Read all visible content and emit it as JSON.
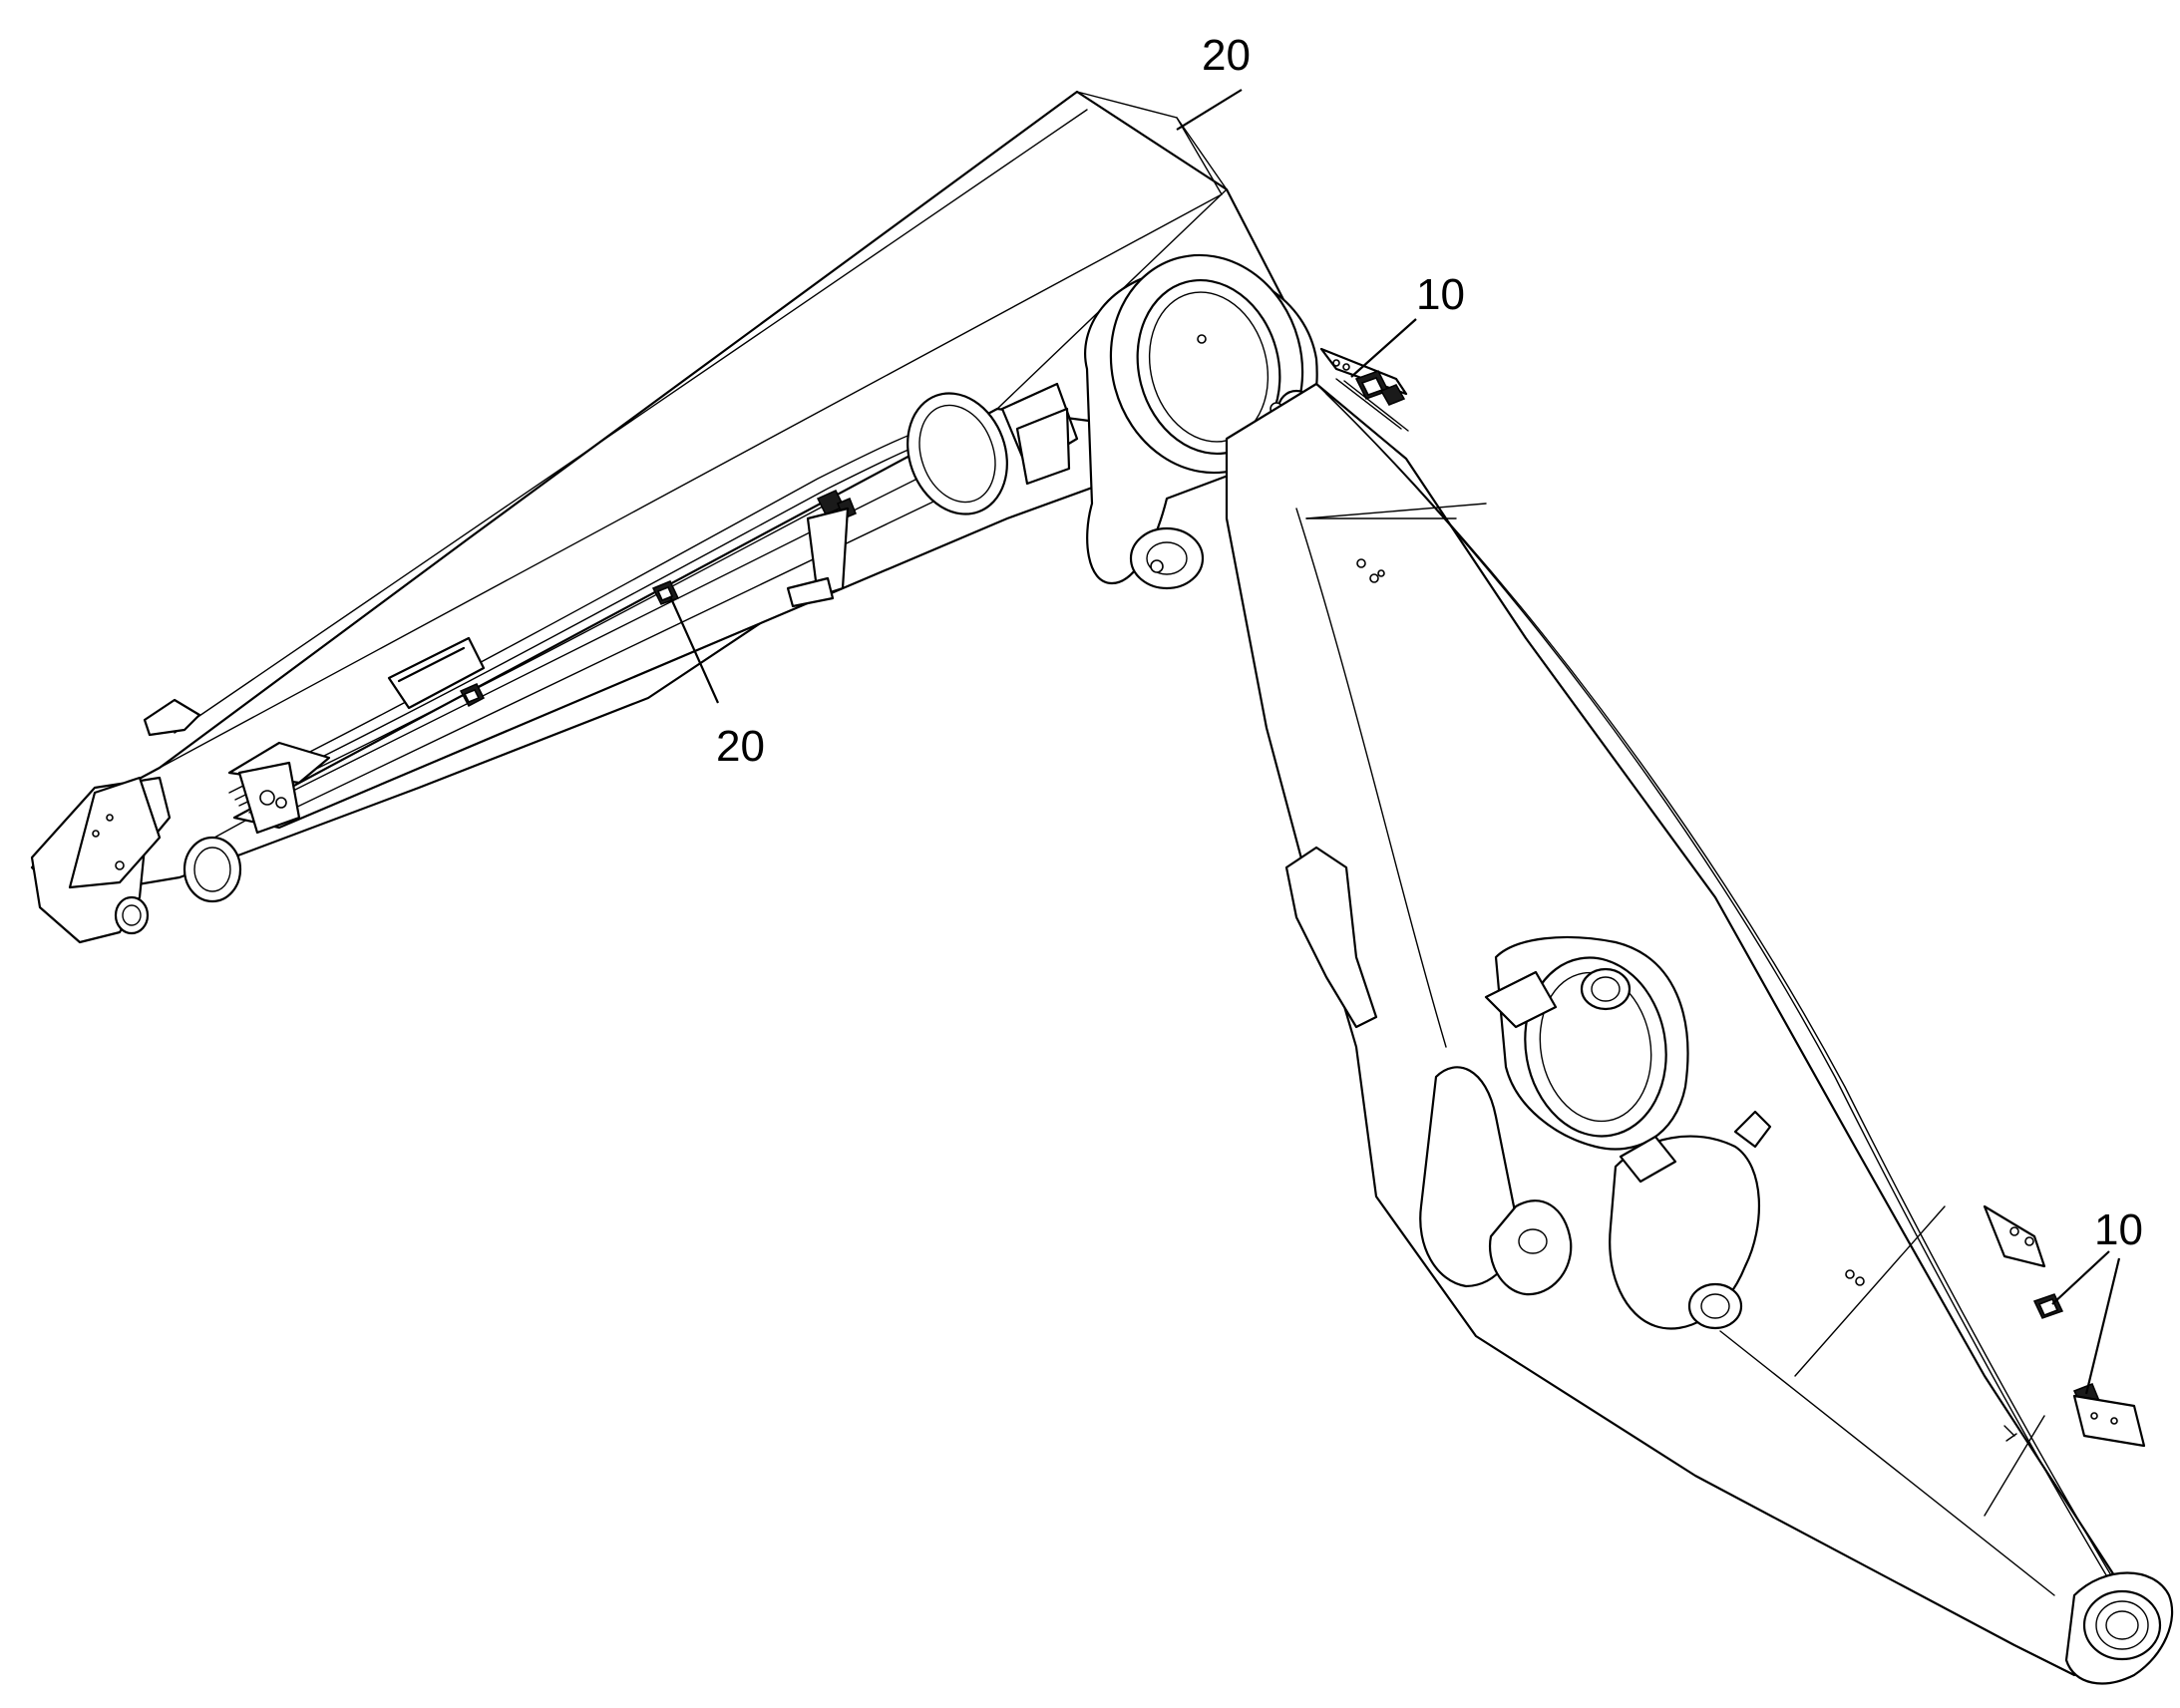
{
  "figure": {
    "description_colors": {
      "line": "#000000",
      "background": "#ffffff"
    },
    "reference_numerals": [
      {
        "id": "ref-20-top",
        "text": "20"
      },
      {
        "id": "ref-20-mid",
        "text": "20"
      },
      {
        "id": "ref-10-upper",
        "text": "10"
      },
      {
        "id": "ref-10-lower",
        "text": "10"
      }
    ]
  }
}
